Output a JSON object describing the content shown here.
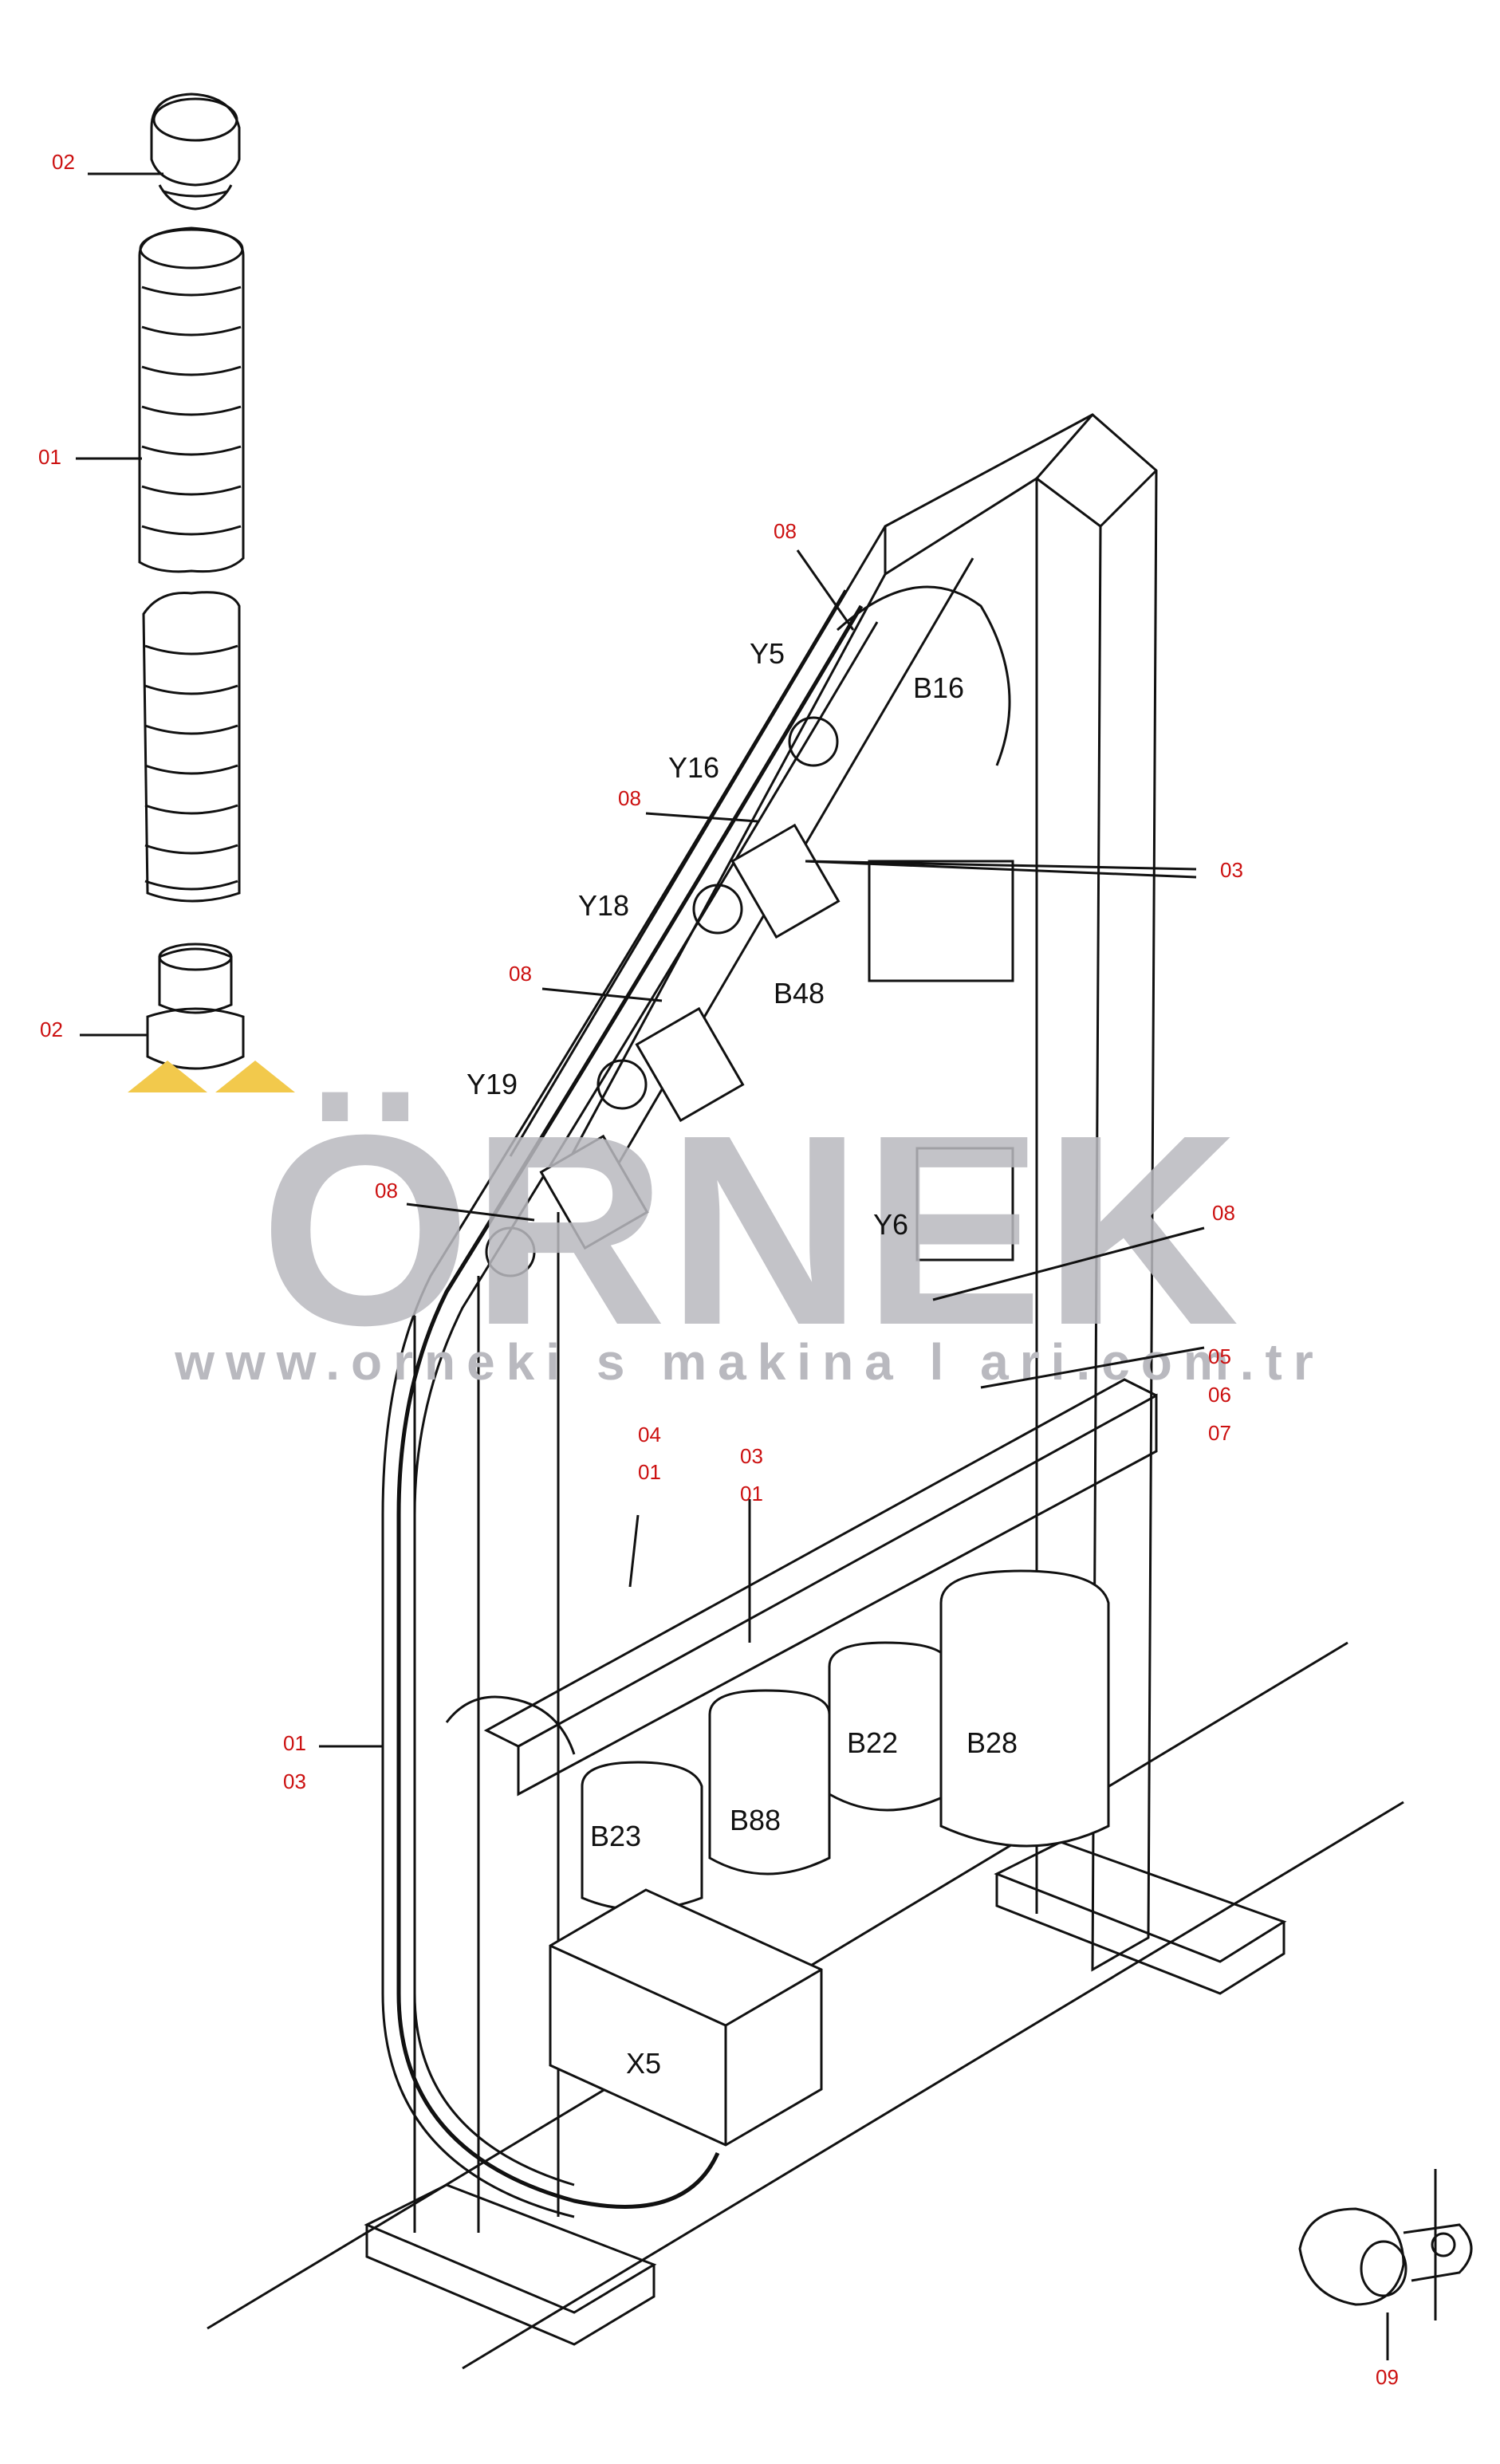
{
  "watermark": {
    "brand": "ÖRNEK",
    "url": "www.orneki s makina l ari.com.tr",
    "color": "#b9b9bf",
    "accent": "#f2c94c"
  },
  "callouts": [
    {
      "id": "c02a",
      "text": "02"
    },
    {
      "id": "c01a",
      "text": "01"
    },
    {
      "id": "c02b",
      "text": "02"
    },
    {
      "id": "c08a",
      "text": "08"
    },
    {
      "id": "c08b",
      "text": "08"
    },
    {
      "id": "c03a",
      "text": "03"
    },
    {
      "id": "c08c",
      "text": "08"
    },
    {
      "id": "c08d",
      "text": "08"
    },
    {
      "id": "c08e",
      "text": "08"
    },
    {
      "id": "c05",
      "text": "05"
    },
    {
      "id": "c06",
      "text": "06"
    },
    {
      "id": "c07",
      "text": "07"
    },
    {
      "id": "c04",
      "text": "04"
    },
    {
      "id": "c01b",
      "text": "01"
    },
    {
      "id": "c03b",
      "text": "03"
    },
    {
      "id": "c01c",
      "text": "01"
    },
    {
      "id": "c01d",
      "text": "01"
    },
    {
      "id": "c03c",
      "text": "03"
    },
    {
      "id": "c09",
      "text": "09"
    }
  ],
  "components": [
    {
      "id": "Y5",
      "text": "Y5"
    },
    {
      "id": "B16",
      "text": "B16"
    },
    {
      "id": "Y16",
      "text": "Y16"
    },
    {
      "id": "Y18",
      "text": "Y18"
    },
    {
      "id": "B48",
      "text": "B48"
    },
    {
      "id": "Y19",
      "text": "Y19"
    },
    {
      "id": "Y6",
      "text": "Y6"
    },
    {
      "id": "B22",
      "text": "B22"
    },
    {
      "id": "B28",
      "text": "B28"
    },
    {
      "id": "B23",
      "text": "B23"
    },
    {
      "id": "B88",
      "text": "B88"
    },
    {
      "id": "X5",
      "text": "X5"
    }
  ]
}
